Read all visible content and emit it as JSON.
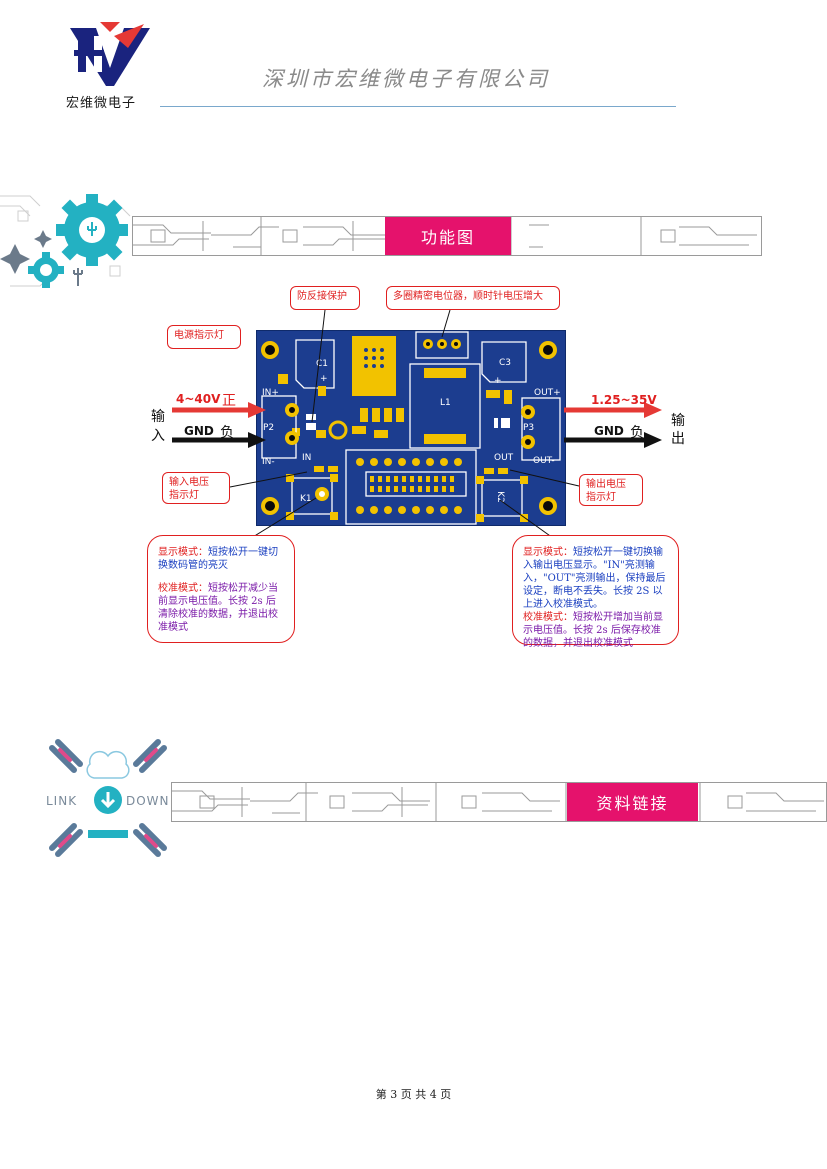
{
  "header": {
    "logo_text": "宏维微电子",
    "company": "深圳市宏维微电子有限公司"
  },
  "section1": {
    "title": "功能图"
  },
  "section2": {
    "title": "资料链接",
    "icon_left": "LINK",
    "icon_right": "DOWN"
  },
  "diagram": {
    "power_led_label": "电源指示灯",
    "reverse_protect_label": "防反接保护",
    "potentiometer_label": "多圈精密电位器，顺时针电压增大",
    "input_voltage": "4~40V",
    "input_pos": "正",
    "input_neg": "负",
    "input_gnd": "GND",
    "input_word_1": "输",
    "input_word_2": "入",
    "output_voltage": "1.25~35V",
    "output_gnd": "GND",
    "output_neg": "负",
    "output_word_1": "输",
    "output_word_2": "出",
    "in_led_label_1": "输入电压",
    "in_led_label_2": "指示灯",
    "out_led_label_1": "输出电压",
    "out_led_label_2": "指示灯",
    "pcb": {
      "c1": "C1",
      "c3": "C3",
      "l1": "L1",
      "p2": "P2",
      "p3": "P3",
      "in_plus": "IN+",
      "in_minus": "IN-",
      "out_plus": "OUT+",
      "out_minus": "OUT-",
      "in": "IN",
      "out": "OUT",
      "k1": "K1",
      "k2": "K2",
      "plus": "+"
    },
    "left_box": {
      "display_title": "显示模式：",
      "display_text": "短按松开一键切换数码管的亮灭",
      "calib_title": "校准模式：",
      "calib_text": "短按松开减少当前显示电压值。长按 2s 后清除校准的数据，并退出校准模式"
    },
    "right_box": {
      "display_title": "显示模式：",
      "display_text": "短按松开一键切换输入输出电压显示。\"IN\"亮测输入，\"OUT\"亮测输出，保持最后设定，断电不丢失。长按 2S 以上进入校准模式。",
      "calib_title": "校准模式：",
      "calib_text": "短按松开增加当前显示电压值。长按 2s 后保存校准的数据，并退出校准模式"
    }
  },
  "footer": {
    "text": "第 3 页 共 4 页"
  },
  "colors": {
    "accent_pink": "#e5126c",
    "callout_red": "#e02020",
    "pcb_blue": "#1c3d8f",
    "gear_teal": "#23b1c2"
  }
}
